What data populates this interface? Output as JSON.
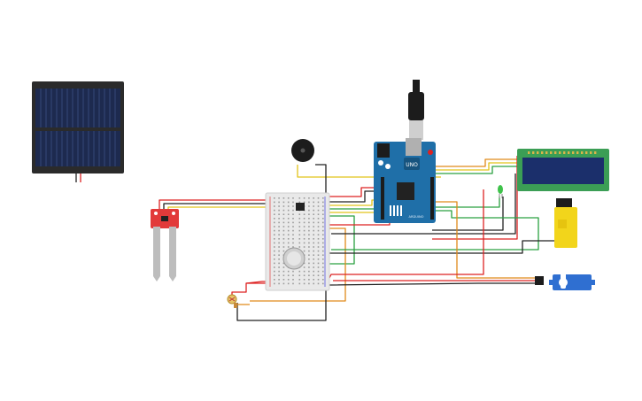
{
  "arduino": {
    "logo": "UNO",
    "brand": "ARDUINO"
  },
  "components": [
    {
      "name": "solar-panel"
    },
    {
      "name": "soil-moisture-sensor"
    },
    {
      "name": "breadboard"
    },
    {
      "name": "piezo-buzzer"
    },
    {
      "name": "arduino-uno-board"
    },
    {
      "name": "usb-cable"
    },
    {
      "name": "lcd-16x2-display"
    },
    {
      "name": "green-led"
    },
    {
      "name": "dc-gear-motor"
    },
    {
      "name": "micro-servo"
    },
    {
      "name": "potentiometer"
    },
    {
      "name": "photoresistor"
    }
  ],
  "colors": {
    "arduino": "#1f6fa8",
    "solar_cell": "#1d2a4f",
    "lcd_bezel": "#3b9e55",
    "lcd_screen": "#1b2f6b",
    "sensor_red": "#e23a3a",
    "motor_yellow": "#f2d51b",
    "servo_blue": "#2f6fd1",
    "wire_red": "#d22",
    "wire_black": "#222",
    "wire_yellow": "#e2c31b",
    "wire_green": "#2aa040",
    "wire_orange": "#e08a1a"
  }
}
